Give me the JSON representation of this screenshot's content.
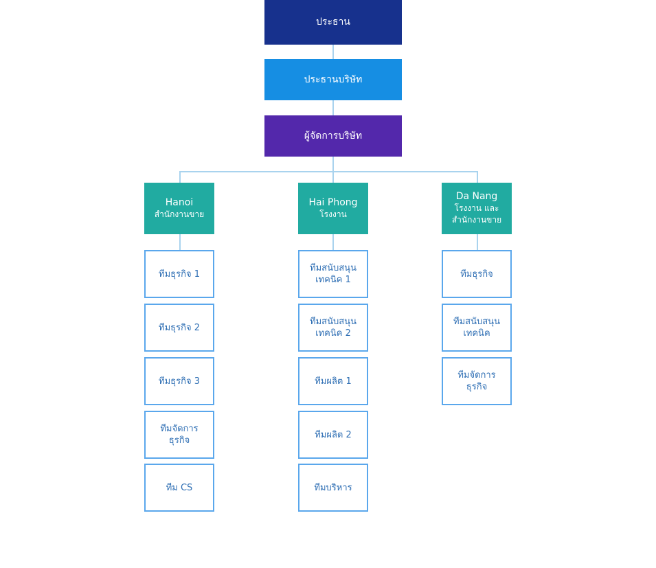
{
  "top": {
    "chairman": "ประธาน",
    "company_president": "ประธานบริษัท",
    "company_manager": "ผู้จัดการบริษัท"
  },
  "branches": [
    {
      "line1": "Hanoi",
      "line2": "สำนักงานขาย",
      "line3": "",
      "teams": [
        [
          "ทีมธุรกิจ 1",
          ""
        ],
        [
          "ทีมธุรกิจ 2",
          ""
        ],
        [
          "ทีมธุรกิจ 3",
          ""
        ],
        [
          "ทีมจัดการ",
          "ธุรกิจ"
        ],
        [
          "ทีม CS",
          ""
        ]
      ]
    },
    {
      "line1": "Hai Phong",
      "line2": "โรงงาน",
      "line3": "",
      "teams": [
        [
          "ทีมสนับสนุน",
          "เทคนิค 1"
        ],
        [
          "ทีมสนับสนุน",
          "เทคนิค 2"
        ],
        [
          "ทีมผลิต 1",
          ""
        ],
        [
          "ทีมผลิต 2",
          ""
        ],
        [
          "ทีมบริหาร",
          ""
        ]
      ]
    },
    {
      "line1": "Da Nang",
      "line2": "โรงงาน และ",
      "line3": "สำนักงานขาย",
      "teams": [
        [
          "ทีมธุรกิจ",
          ""
        ],
        [
          "ทีมสนับสนุน",
          "เทคนิค"
        ],
        [
          "ทีมจัดการ",
          "ธุรกิจ"
        ]
      ]
    }
  ],
  "colors": {
    "chairman_bg": "#17318d",
    "president_bg": "#168ee3",
    "manager_bg": "#5328ab",
    "branch_bg": "#21aba1",
    "team_border": "#5aa7ec",
    "team_text": "#2f6fb4",
    "connector": "#a9d3ee"
  }
}
